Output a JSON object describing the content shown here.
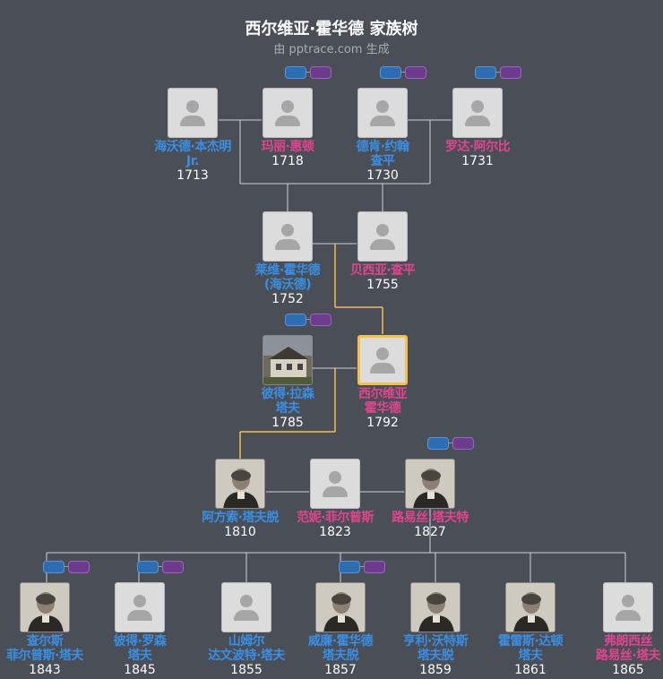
{
  "header": {
    "title": "西尔维亚·霍华德 家族树",
    "subtitle": "由 pptrace.com 生成"
  },
  "colors": {
    "male": "#3a8fe4",
    "female": "#e0458f",
    "focus_line": "#f2c14e",
    "line": "#cfd2d8"
  },
  "people": [
    {
      "key": "p1",
      "name": "海沃德·本杰明\nJr.",
      "year": "1713",
      "gender": "male",
      "photo": "placeholder"
    },
    {
      "key": "p2",
      "name": "玛丽·惠顿",
      "year": "1718",
      "gender": "female",
      "photo": "placeholder"
    },
    {
      "key": "p3",
      "name": "德肯·约翰\n查平",
      "year": "1730",
      "gender": "male",
      "photo": "placeholder"
    },
    {
      "key": "p4",
      "name": "罗达·阿尔比",
      "year": "1731",
      "gender": "female",
      "photo": "placeholder"
    },
    {
      "key": "p5",
      "name": "莱维·霍华德\n(海沃德)",
      "year": "1752",
      "gender": "male",
      "photo": "placeholder"
    },
    {
      "key": "p6",
      "name": "贝西亚·查平",
      "year": "1755",
      "gender": "female",
      "photo": "placeholder"
    },
    {
      "key": "p7",
      "name": "彼得·拉森\n塔夫",
      "year": "1785",
      "gender": "male",
      "photo": "house-photo"
    },
    {
      "key": "p8",
      "name": "西尔维亚\n霍华德",
      "year": "1792",
      "gender": "female",
      "photo": "placeholder",
      "focus": true
    },
    {
      "key": "p9",
      "name": "阿方索·塔夫脱",
      "year": "1810",
      "gender": "male",
      "photo": "portrait"
    },
    {
      "key": "p10",
      "name": "范妮·菲尔普斯",
      "year": "1823",
      "gender": "female",
      "photo": "placeholder"
    },
    {
      "key": "p11",
      "name": "路易丝·塔夫特",
      "year": "1827",
      "gender": "female",
      "photo": "portrait"
    },
    {
      "key": "p12",
      "name": "查尔斯\n菲尔普斯·塔夫",
      "year": "1843",
      "gender": "male",
      "photo": "portrait"
    },
    {
      "key": "p13",
      "name": "彼得·罗森\n塔夫",
      "year": "1845",
      "gender": "male",
      "photo": "placeholder"
    },
    {
      "key": "p14",
      "name": "山姆尔\n达文波特·塔夫",
      "year": "1855",
      "gender": "male",
      "photo": "placeholder"
    },
    {
      "key": "p15",
      "name": "威廉·霍华德\n塔夫脱",
      "year": "1857",
      "gender": "male",
      "photo": "portrait"
    },
    {
      "key": "p16",
      "name": "亨利·沃特斯\n塔夫脱",
      "year": "1859",
      "gender": "male",
      "photo": "portrait"
    },
    {
      "key": "p17",
      "name": "霍雷斯·达顿\n塔夫",
      "year": "1861",
      "gender": "male",
      "photo": "portrait"
    },
    {
      "key": "p18",
      "name": "弗朗西丝\n路易丝·塔夫",
      "year": "1865",
      "gender": "female",
      "photo": "placeholder"
    }
  ]
}
